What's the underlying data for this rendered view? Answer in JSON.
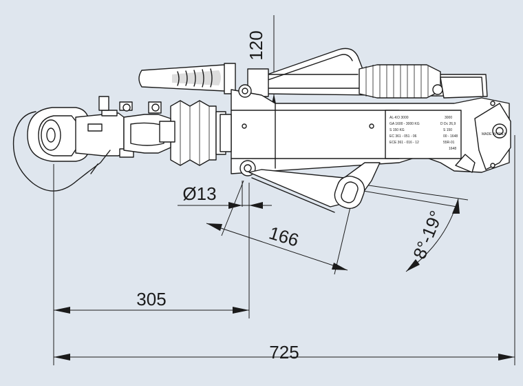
{
  "dimensions": {
    "overall_length": "725",
    "coupling_to_pivot": "305",
    "lever_length": "166",
    "hole_diameter": "Ø13",
    "bracket_spacing": "120",
    "lever_angle": "8°-19°"
  },
  "type_plate": {
    "lines": [
      "AL-KO 3000",
      "GA 1600 - 3000 KG",
      "S 150 KG",
      "EC 361 - 051 - 06",
      "ECE 361 - 016 - 12"
    ],
    "right_lines": [
      "3000",
      "D  Dc 26,9",
      "S 150",
      "00 - 1648",
      "55R-01",
      "1648"
    ]
  },
  "bracket_label": "MADE IN ITALY"
}
